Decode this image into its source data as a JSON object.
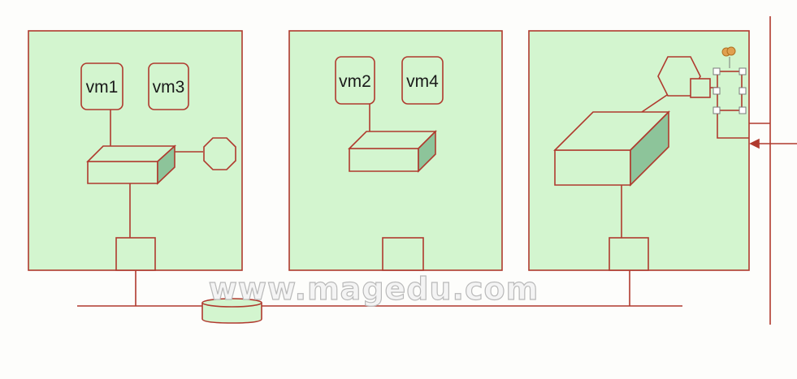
{
  "hosts": [
    {
      "vms": [
        "vm1",
        "vm3"
      ]
    },
    {
      "vms": [
        "vm2",
        "vm4"
      ]
    },
    {
      "vms": []
    }
  ],
  "watermark": "www.magedu.com",
  "colors": {
    "host_fill": "#d3f5cf",
    "stroke": "#b03a2e",
    "switch_side": "#8dc49a",
    "handle": "#e0a050"
  }
}
